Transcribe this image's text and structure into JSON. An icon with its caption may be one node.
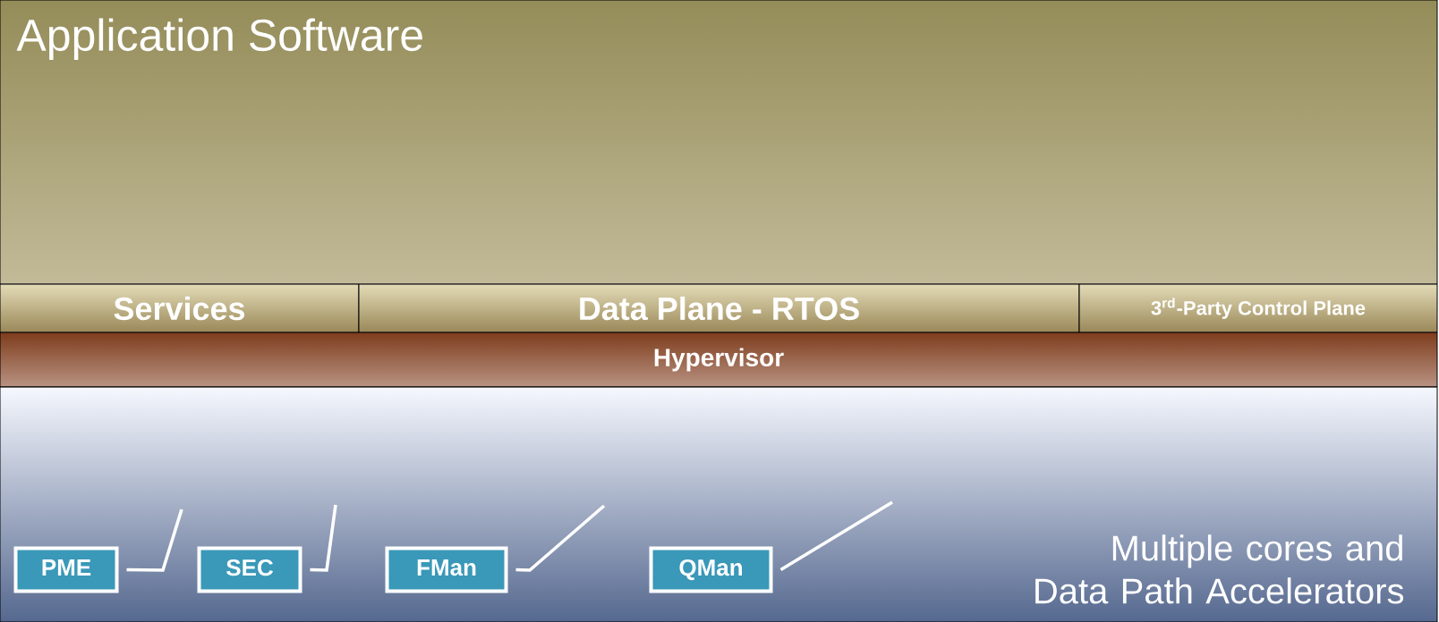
{
  "diagram": {
    "nodes": [
      {
        "text": [
          "Application Software"
        ]
      },
      {
        "text": [
          "Services"
        ]
      },
      {
        "text": [
          "Data Plane - RTOS"
        ]
      },
      {
        "text": [
          "3$^{rd}$-Party Control Plane"
        ]
      },
      {
        "text": [
          "Hypervisor"
        ]
      },
      {
        "text": [
          "Multiple cores and Data Path Accelerators"
        ]
      },
      {
        "text": [
          "PME"
        ],
        "in": 5
      },
      {
        "text": [
          "SEC"
        ],
        "in": 5
      },
      {
        "text": [
          "FMan"
        ],
        "in": 5
      },
      {
        "text": [
          "QMan"
        ],
        "in": 5
      }
    ],
    "edges": [
      {
        "from": 6,
        "to": null,
        "arrow": "none"
      },
      {
        "from": 7,
        "to": null,
        "arrow": "none"
      },
      {
        "from": 8,
        "to": null,
        "arrow": "none"
      },
      {
        "from": 9,
        "to": null,
        "arrow": "none"
      }
    ]
  }
}
